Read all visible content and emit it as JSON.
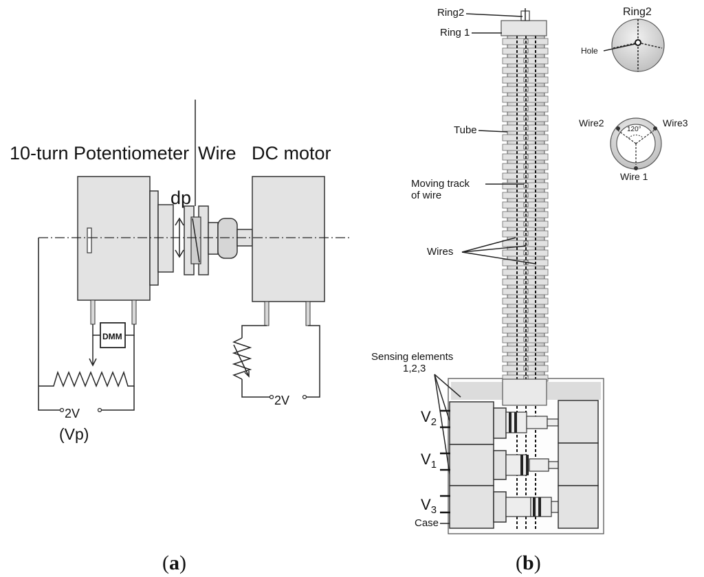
{
  "panel_a": {
    "title_left": "10-turn  Potentiometer",
    "title_wire": "Wire",
    "title_motor": "DC motor",
    "dp": "dp",
    "dmm": "DMM",
    "volt_left": "2V",
    "vp": "(Vp)",
    "volt_right": "2V",
    "caption": [
      "(",
      "a",
      ")"
    ]
  },
  "panel_b": {
    "ring2_top": "Ring2",
    "ring1": "Ring 1",
    "tube": "Tube",
    "moving_track": [
      "Moving track",
      "of wire"
    ],
    "wires": "Wires",
    "sensing_elements": [
      "Sensing elements",
      "1,2,3"
    ],
    "v2": [
      "V",
      "2"
    ],
    "v1": [
      "V",
      "1"
    ],
    "v3": [
      "V",
      "3"
    ],
    "case": "Case",
    "inset_ring2": "Ring2",
    "hole": "Hole",
    "wire2": "Wire2",
    "wire3": "Wire3",
    "wire1": "Wire 1",
    "angle": "120°",
    "caption": [
      "(",
      "b",
      ")"
    ]
  }
}
